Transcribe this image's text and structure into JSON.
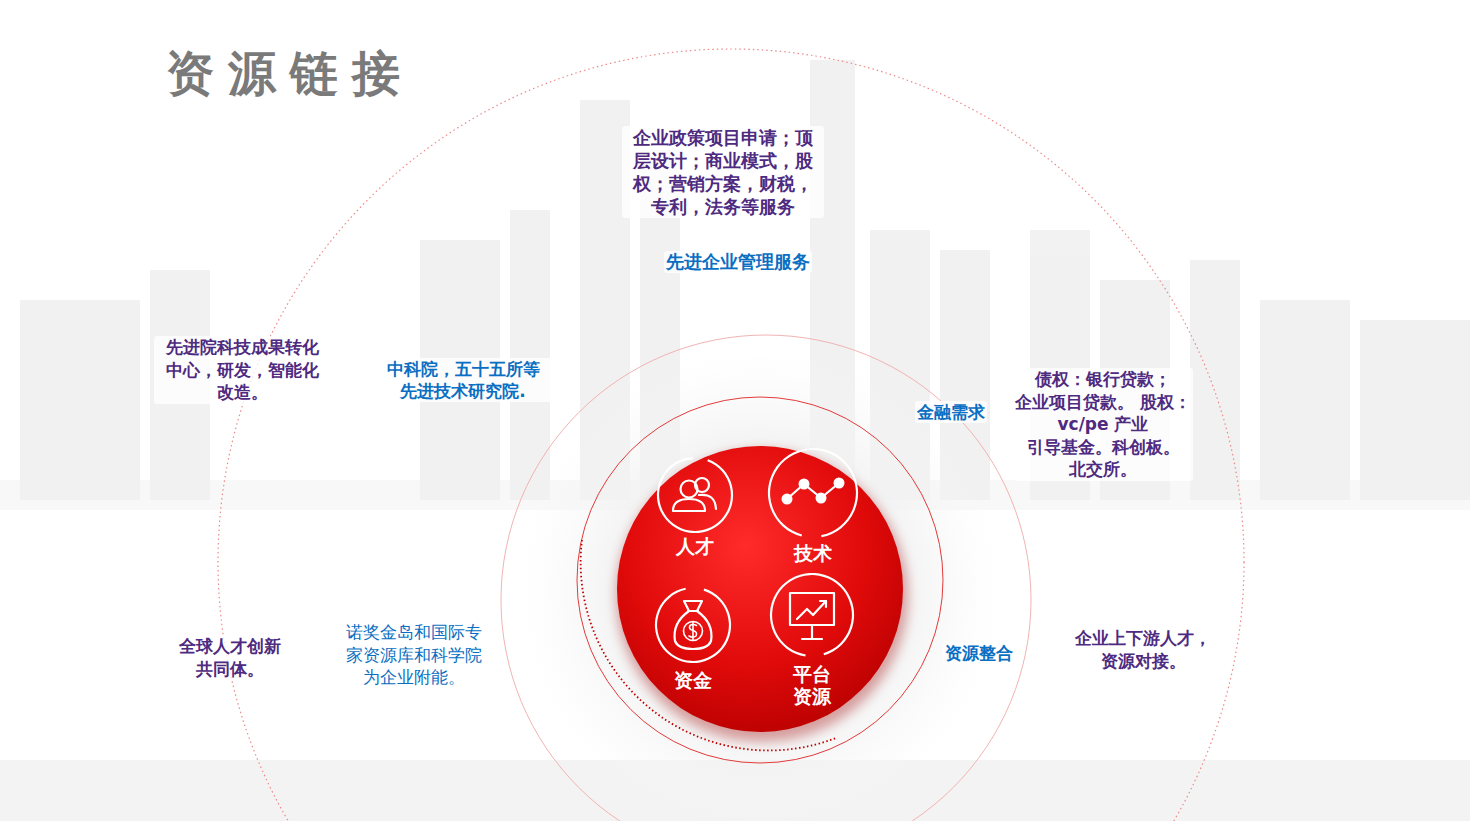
{
  "diagram": {
    "title": "资源链接",
    "nodes": [
      {
        "text": [
          "人才"
        ]
      },
      {
        "text": [
          "技术"
        ]
      },
      {
        "text": [
          "资金"
        ]
      },
      {
        "text": [
          "平台 资源"
        ]
      }
    ],
    "labels": [
      "企业政策项目申请；顶 层设计；商业模式，股 权；营销方案，财税， 专利，法务等服务",
      "先进企业管理服务",
      "先进院科技成果转化 中心，研发，智能化 改造。",
      "中科院，五十五所等 先进技术研究院.",
      "金融需求",
      "债权：银行贷款； 企业项目贷款。 股权：vc/pe 产业 引导基金。科创板。 北交所。",
      "全球人才创新 共同体。",
      "诺奖金岛和国际专 家资源库和科学院 为企业附能。",
      "资源整合",
      "企业上下游人才， 资源对接。"
    ]
  }
}
